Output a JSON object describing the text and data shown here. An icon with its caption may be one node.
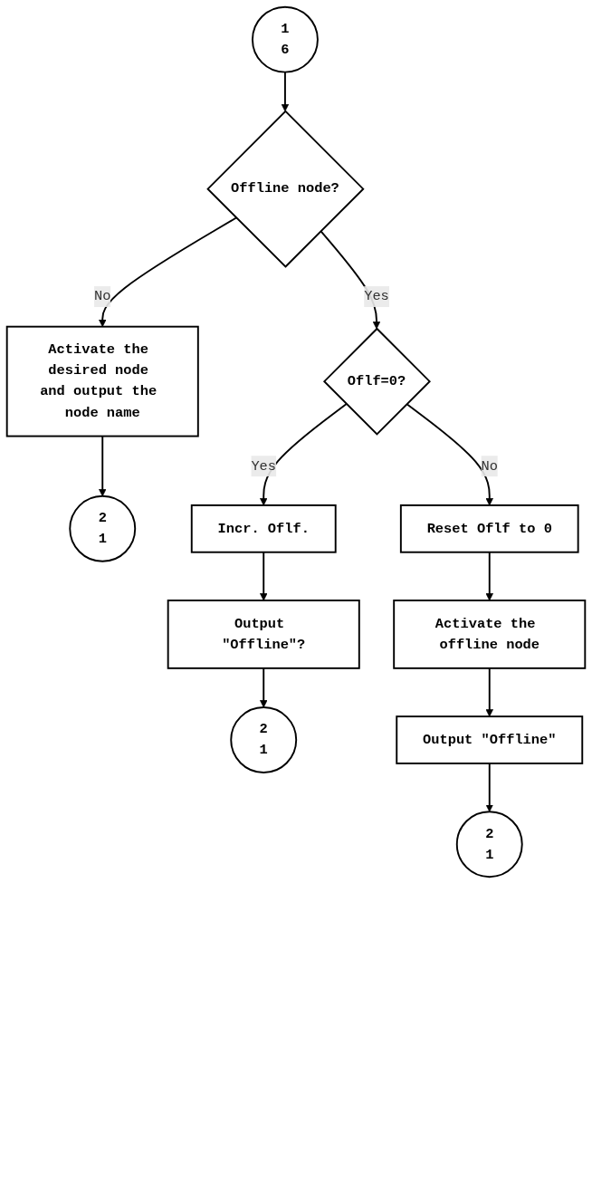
{
  "diagram": {
    "nodes": [
      {
        "text": [
          "1",
          "6"
        ]
      },
      {
        "text": [
          "Offline node?"
        ]
      },
      {
        "text": [
          "Activate the desired node and output the node name"
        ]
      },
      {
        "text": [
          "2",
          "1"
        ]
      },
      {
        "text": [
          "Oflf=0?"
        ]
      },
      {
        "text": [
          "Incr. Oflf."
        ]
      },
      {
        "text": [
          "Output \"Offline\"?"
        ]
      },
      {
        "text": [
          "2",
          "1"
        ]
      },
      {
        "text": [
          "Reset Oflf to 0"
        ]
      },
      {
        "text": [
          "Activate the offline node"
        ]
      },
      {
        "text": [
          "Output \"Offline\""
        ]
      },
      {
        "text": [
          "2",
          "1"
        ]
      }
    ],
    "edges": [
      {
        "from": 0,
        "to": 1,
        "arrow": "to"
      },
      {
        "from": 1,
        "to": 2,
        "arrow": "to",
        "label": "No"
      },
      {
        "from": 2,
        "to": 3,
        "arrow": "to"
      },
      {
        "from": 1,
        "to": 4,
        "arrow": "to",
        "label": "Yes"
      },
      {
        "from": 4,
        "to": 5,
        "arrow": "to",
        "label": "Yes"
      },
      {
        "from": 5,
        "to": 6,
        "arrow": "to"
      },
      {
        "from": 6,
        "to": 7,
        "arrow": "to"
      },
      {
        "from": 4,
        "to": 8,
        "arrow": "to",
        "label": "No"
      },
      {
        "from": 8,
        "to": 9,
        "arrow": "to"
      },
      {
        "from": 9,
        "to": 10,
        "arrow": "to"
      },
      {
        "from": 10,
        "to": 11,
        "arrow": "to"
      }
    ]
  }
}
